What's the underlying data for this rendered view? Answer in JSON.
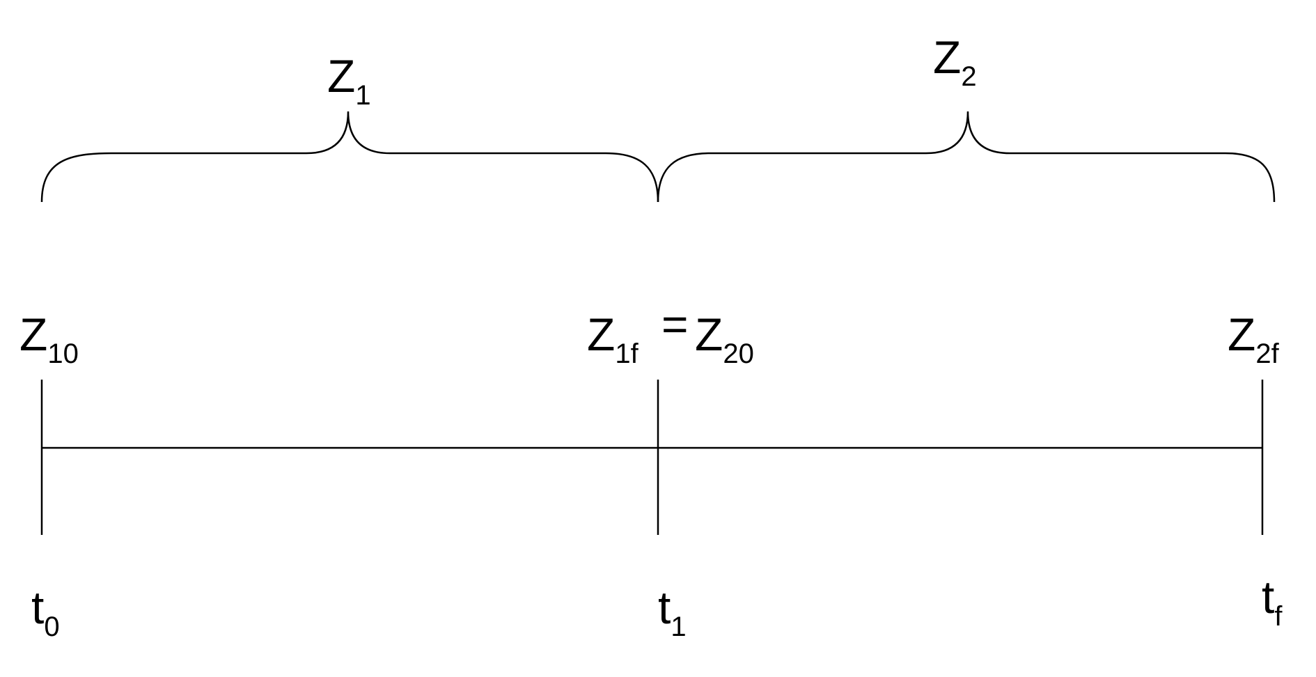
{
  "colors": {
    "ink": "#000000",
    "background": "#ffffff"
  },
  "top_labels": {
    "z1": {
      "base": "Z",
      "sub": "1"
    },
    "z2": {
      "base": "Z",
      "sub": "2"
    }
  },
  "state_labels": {
    "z10": {
      "base": "Z",
      "sub": "10"
    },
    "z1f": {
      "base": "Z",
      "sub": "1f"
    },
    "equals": "=",
    "z20": {
      "base": "Z",
      "sub": "20"
    },
    "z2f": {
      "base": "Z",
      "sub": "2f"
    }
  },
  "time_labels": {
    "t0": {
      "base": "t",
      "sub": "0"
    },
    "t1": {
      "base": "t",
      "sub": "1"
    },
    "tf": {
      "base": "t",
      "sub": "f"
    }
  }
}
